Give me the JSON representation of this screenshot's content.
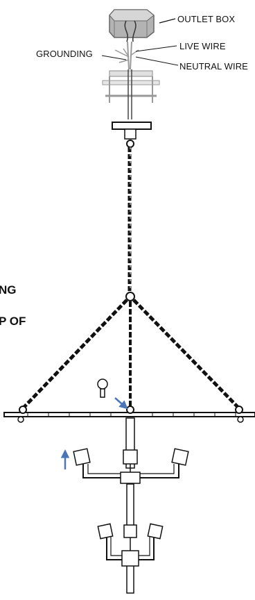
{
  "labels": {
    "outlet_box": "OUTLET BOX",
    "grounding": "GROUNDING",
    "live_wire": "LIVE WIRE",
    "neutral_wire": "NEUTRAL WIRE"
  },
  "side_text": {
    "line1": "NG",
    "line2": "P OF"
  },
  "colors": {
    "arrow": "#4a76b8",
    "ink": "#111111",
    "hardware": "#8c8c8c"
  },
  "icons": {
    "arrow_up": "arrow-up-icon",
    "arrow_down_right": "arrow-down-right-icon",
    "thumb_screw": "thumb-screw-icon"
  }
}
